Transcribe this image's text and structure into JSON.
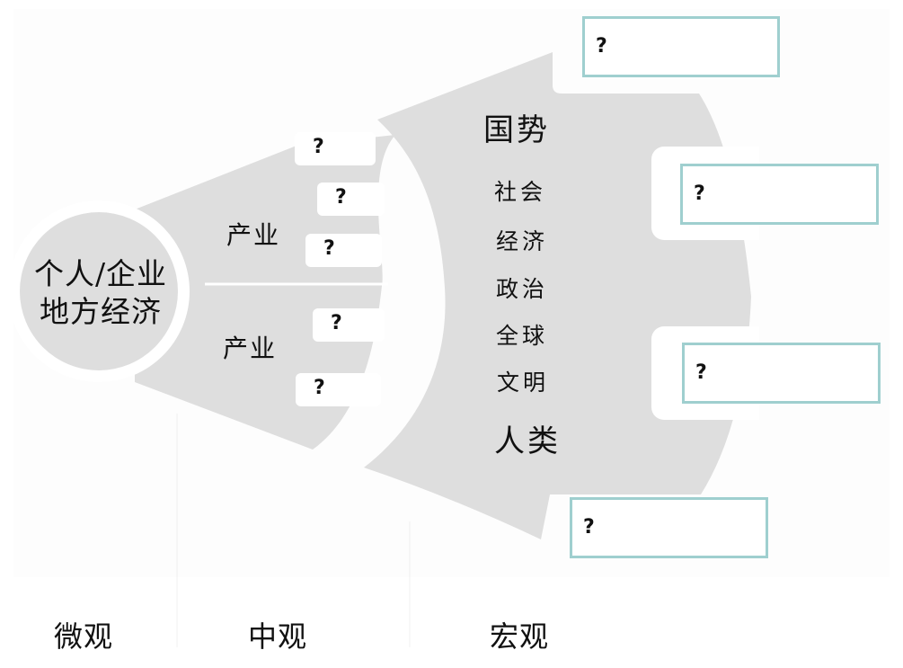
{
  "colors": {
    "shape_fill": "#dedede",
    "box_border": "#9fcfcf",
    "divider": "#ffffff"
  },
  "micro": {
    "line1": "个人/企业",
    "line2": "地方经济"
  },
  "meso": {
    "industries": [
      "产业",
      "产业"
    ],
    "questions": [
      "?",
      "?",
      "?",
      "?",
      "?"
    ]
  },
  "macro": {
    "title": "国势",
    "items": [
      "社会",
      "经济",
      "政治",
      "全球",
      "文明"
    ],
    "footer": "人类",
    "questions": [
      "?",
      "?",
      "?",
      "?"
    ]
  },
  "scale_labels": [
    "微观",
    "中观",
    "宏观"
  ]
}
